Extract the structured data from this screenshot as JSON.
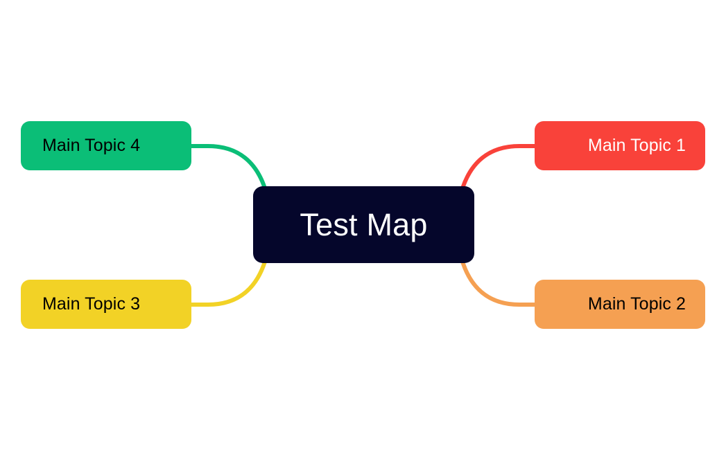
{
  "diagram": {
    "type": "mind-map",
    "title": "Test Map",
    "background_color": "#ffffff",
    "root": {
      "label": "Test Map",
      "fill_color": "#05062b",
      "text_color": "#ffffff"
    },
    "branches": [
      {
        "id": "topic-1",
        "label": "Main Topic 1",
        "side": "right",
        "position": "top",
        "fill_color": "#f9423a",
        "text_color": "#ffffff",
        "connector_color": "#f9423a"
      },
      {
        "id": "topic-2",
        "label": "Main Topic 2",
        "side": "right",
        "position": "bottom",
        "fill_color": "#f5a052",
        "text_color": "#000000",
        "connector_color": "#f5a052"
      },
      {
        "id": "topic-3",
        "label": "Main Topic 3",
        "side": "left",
        "position": "bottom",
        "fill_color": "#f2d226",
        "text_color": "#000000",
        "connector_color": "#f2d226"
      },
      {
        "id": "topic-4",
        "label": "Main Topic 4",
        "side": "left",
        "position": "top",
        "fill_color": "#0bbe77",
        "text_color": "#000000",
        "connector_color": "#0bbe77"
      }
    ],
    "connectors": [
      {
        "id": "connector-topic-4",
        "from": "topic-4",
        "to": "root",
        "color": "#0bbe77",
        "stroke_width": 6
      },
      {
        "id": "connector-topic-3",
        "from": "topic-3",
        "to": "root",
        "color": "#f2d226",
        "stroke_width": 6
      },
      {
        "id": "connector-topic-1",
        "from": "topic-1",
        "to": "root",
        "color": "#f9423a",
        "stroke_width": 6
      },
      {
        "id": "connector-topic-2",
        "from": "topic-2",
        "to": "root",
        "color": "#f5a052",
        "stroke_width": 6
      }
    ]
  }
}
